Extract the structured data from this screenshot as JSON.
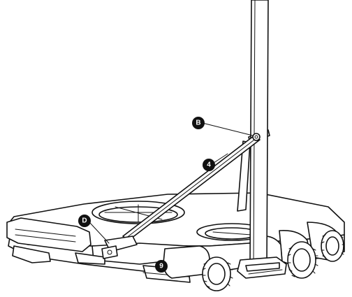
{
  "diagram": {
    "callouts": {
      "b": {
        "label": "B"
      },
      "four": {
        "label": "4"
      },
      "d": {
        "label": "D"
      },
      "nine": {
        "label": "9"
      }
    },
    "colors": {
      "line": "#111111",
      "fill": "#ffffff",
      "badge": "#111111",
      "badge_text": "#ffffff"
    }
  }
}
